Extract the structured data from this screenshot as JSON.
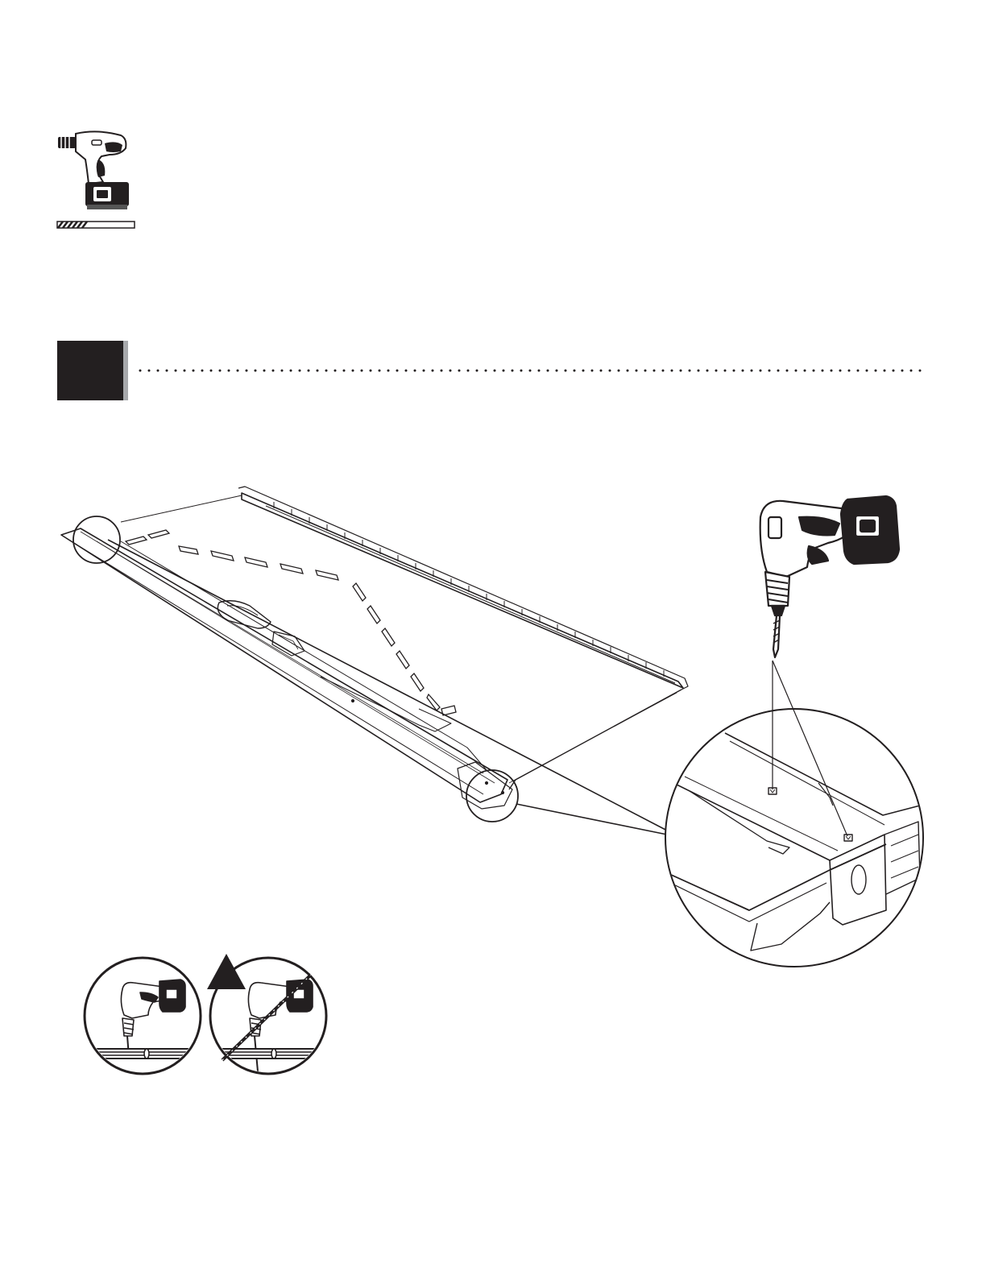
{
  "tools": {
    "drill_icon": "cordless-drill",
    "bit_icon": "drill-bit"
  },
  "step": {
    "badge_color": "#231f20",
    "badge_shadow_color": "#a7a9ac",
    "divider": "dotted"
  },
  "illustration": {
    "main": "panel-assembly",
    "detail_callouts": 2,
    "magnified_view": "corner-detail-with-drill"
  },
  "tips": {
    "correct": "drill-straight-icon",
    "incorrect": "drill-angled-icon",
    "warning_icon": "warning-triangle"
  }
}
